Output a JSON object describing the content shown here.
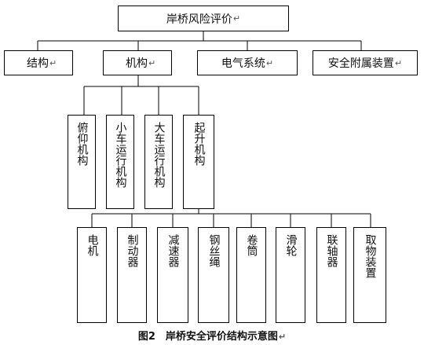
{
  "diagram": {
    "root": "岸桥风险评价",
    "level1": [
      "结构",
      "机构",
      "电气系统",
      "安全附属装置"
    ],
    "mechanisms": [
      "俯仰机构",
      "小车运行机构",
      "大车运行机构",
      "起升机构"
    ],
    "hoist_components": [
      "电机",
      "制动器",
      "减速器",
      "钢丝绳",
      "卷筒",
      "滑轮",
      "联轴器",
      "取物装置"
    ],
    "paragraph_mark": "↵",
    "caption": "图2　岸桥安全评价结构示意图"
  }
}
